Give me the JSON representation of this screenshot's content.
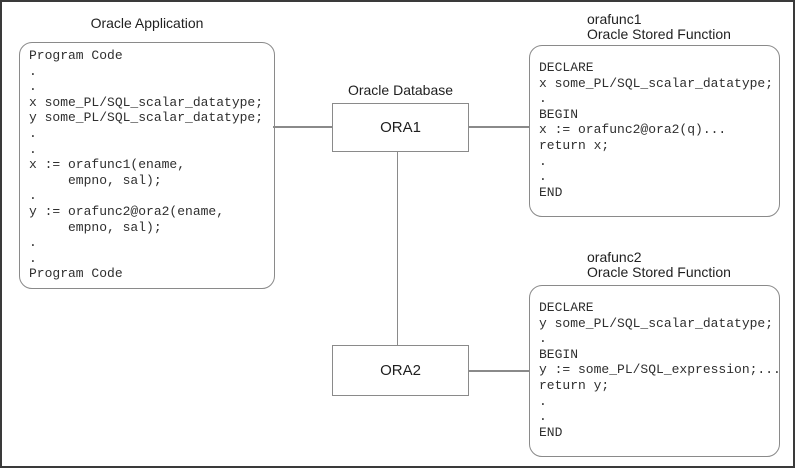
{
  "diagram": {
    "app": {
      "title": "Oracle Application",
      "code": [
        "Program Code",
        ".",
        ".",
        "x some_PL/SQL_scalar_datatype;",
        "y some_PL/SQL_scalar_datatype;",
        ".",
        ".",
        "x := orafunc1(ename,",
        "     empno, sal);",
        ".",
        "y := orafunc2@ora2(ename,",
        "     empno, sal);",
        ".",
        ".",
        "Program Code"
      ]
    },
    "database": {
      "label": "Oracle Database",
      "nodes": [
        {
          "name": "ORA1"
        },
        {
          "name": "ORA2"
        }
      ]
    },
    "func1": {
      "title": "orafunc1",
      "subtitle": "Oracle Stored Function",
      "code": [
        "DECLARE",
        "x some_PL/SQL_scalar_datatype;",
        ".",
        "BEGIN",
        "x := orafunc2@ora2(q)...",
        "return x;",
        ".",
        ".",
        "END"
      ]
    },
    "func2": {
      "title": "orafunc2",
      "subtitle": "Oracle Stored Function",
      "code": [
        "DECLARE",
        "y some_PL/SQL_scalar_datatype;",
        ".",
        "BEGIN",
        "y := some_PL/SQL_expression;...",
        "return y;",
        ".",
        ".",
        "END"
      ]
    },
    "colors": {
      "frame": "#3a3a3a",
      "box_border": "#8a8a8a",
      "text": "#2f2f2f"
    }
  }
}
